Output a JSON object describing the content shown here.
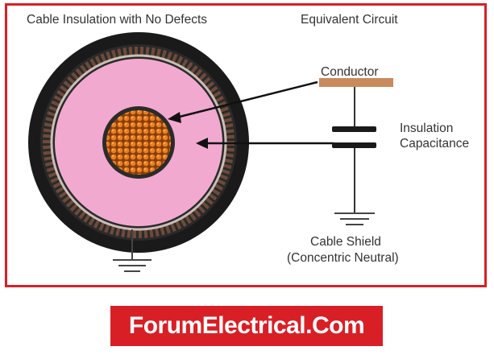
{
  "diagram": {
    "left_title": "Cable Insulation with No Defects",
    "right_title": "Equivalent Circuit",
    "conductor_label": "Conductor",
    "insulation_label_line1": "Insulation",
    "insulation_label_line2": "Capacitance",
    "shield_label_line1": "Cable Shield",
    "shield_label_line2": "(Concentric Neutral)"
  },
  "banner": {
    "text": "ForumElectrical.Com"
  },
  "colors": {
    "frame": "#d91f26",
    "banner": "#d91f26",
    "insulation_pink": "#f2a9cf",
    "jacket": "#1a1a1a",
    "copper": "#d96a1c",
    "conductor_bar": "#c98a5e"
  },
  "icons": [
    "ground-symbol-icon",
    "capacitor-symbol-icon"
  ]
}
